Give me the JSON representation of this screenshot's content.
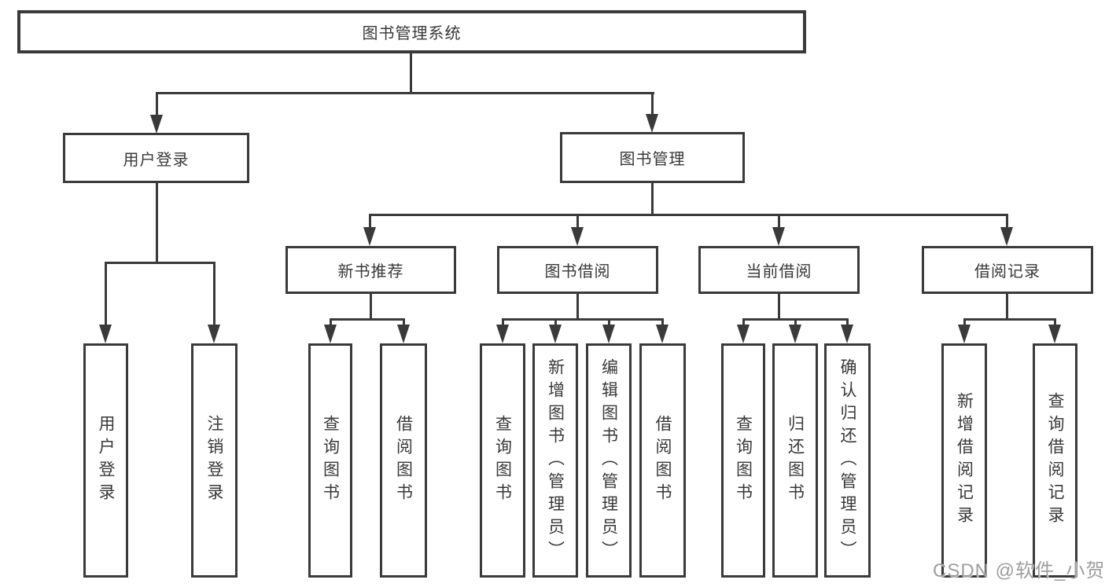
{
  "colors": {
    "line": "#3a3a3a",
    "text": "#383838",
    "watermark": "#9e9e9e",
    "background": "#ffffff"
  },
  "watermark": {
    "text": "CSDN @软件_小贺同学"
  },
  "tree": {
    "label": "图书管理系统",
    "children": [
      {
        "label": "用户登录",
        "children": [
          {
            "label": "用户登录"
          },
          {
            "label": "注销登录"
          }
        ]
      },
      {
        "label": "图书管理",
        "children": [
          {
            "label": "新书推荐",
            "children": [
              {
                "label": "查询图书"
              },
              {
                "label": "借阅图书"
              }
            ]
          },
          {
            "label": "图书借阅",
            "children": [
              {
                "label": "查询图书"
              },
              {
                "label": "新增图书（管理员）"
              },
              {
                "label": "编辑图书（管理员）"
              },
              {
                "label": "借阅图书"
              }
            ]
          },
          {
            "label": "当前借阅",
            "children": [
              {
                "label": "查询图书"
              },
              {
                "label": "归还图书"
              },
              {
                "label": "确认归还（管理员）"
              }
            ]
          },
          {
            "label": "借阅记录",
            "children": [
              {
                "label": "新增借阅记录"
              },
              {
                "label": "查询借阅记录"
              }
            ]
          }
        ]
      }
    ]
  }
}
